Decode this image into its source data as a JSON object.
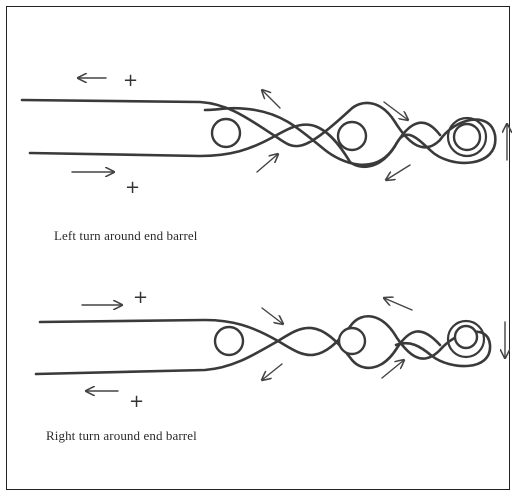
{
  "diagrams": [
    {
      "caption": "Left turn around end barrel",
      "polarity_labels": {
        "upper": "+",
        "lower": "+"
      }
    },
    {
      "caption": "Right turn around end barrel",
      "polarity_labels": {
        "upper": "+",
        "lower": "+"
      }
    }
  ],
  "icons": {
    "direction_arrow": "arrow-icon",
    "barrel": "circle-barrel"
  },
  "colors": {
    "line": "#3a3a3a",
    "frame": "#222222"
  }
}
